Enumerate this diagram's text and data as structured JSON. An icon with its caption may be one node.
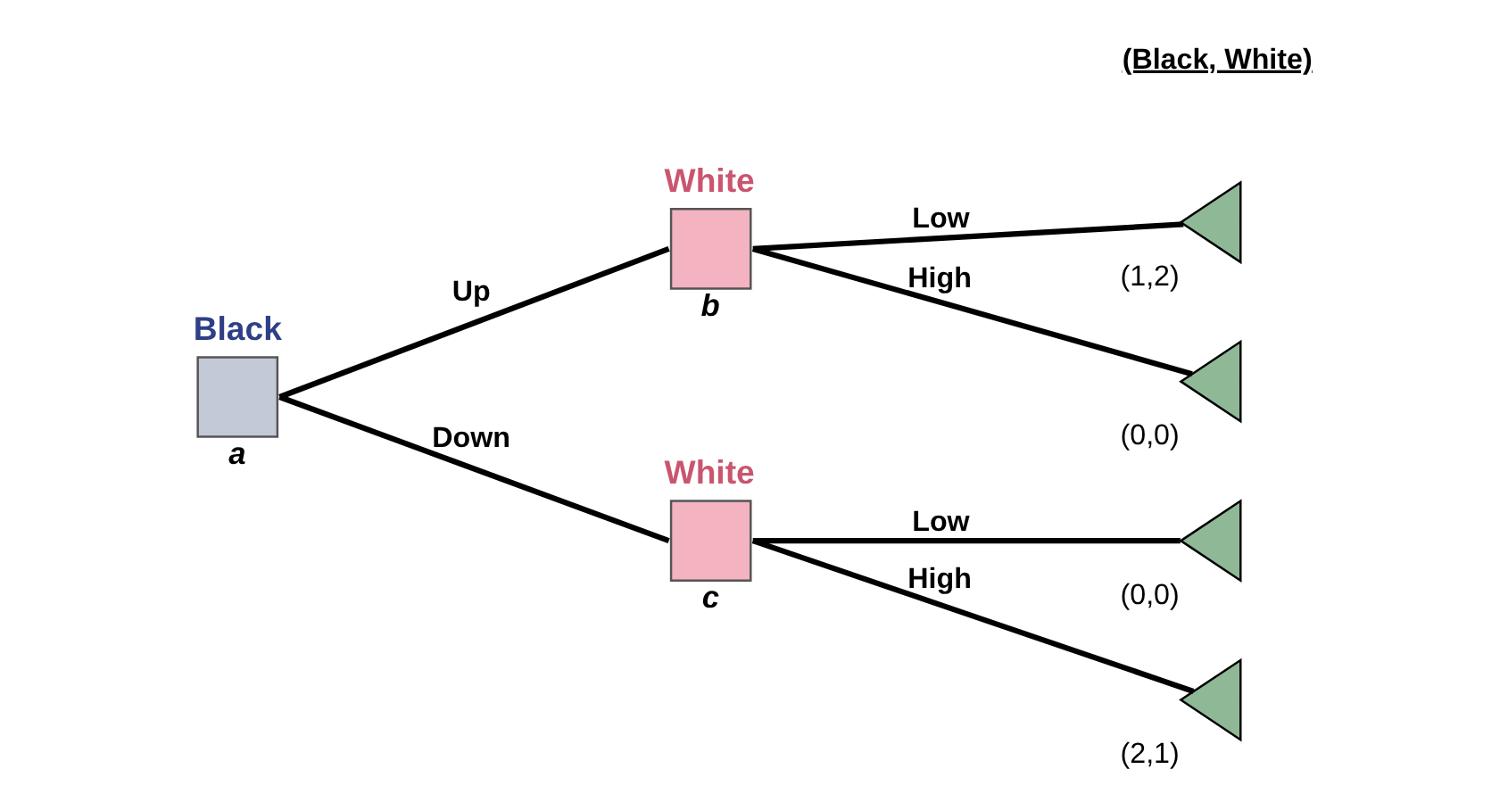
{
  "diagram": {
    "nodes": [
      {
        "text": [
          "Black"
        ],
        "beside": [
          "a"
        ]
      },
      {
        "text": [
          "White"
        ],
        "beside": [
          "b"
        ]
      },
      {
        "text": [
          "White"
        ],
        "beside": [
          "c"
        ]
      },
      {
        "text": [],
        "shape": "triangle",
        "beside": [
          "(0,0)"
        ]
      },
      {
        "text": [],
        "shape": "triangle",
        "beside": [
          "(1,2)"
        ]
      },
      {
        "text": [],
        "shape": "triangle",
        "beside": [
          "(2,1)"
        ]
      },
      {
        "text": [],
        "shape": "triangle",
        "beside": [
          "(0,0)"
        ]
      }
    ],
    "edges": [
      {
        "from": 0,
        "to": 1,
        "arrow": "none",
        "label": "Up"
      },
      {
        "from": 0,
        "to": 2,
        "arrow": "none",
        "label": "Down"
      },
      {
        "from": 1,
        "to": 3,
        "arrow": "none",
        "label": "High"
      },
      {
        "from": 1,
        "to": 4,
        "arrow": "none",
        "label": "Low"
      },
      {
        "from": 2,
        "to": 5,
        "arrow": "none",
        "label": "High"
      },
      {
        "from": 2,
        "to": 6,
        "arrow": "none",
        "label": "Low"
      }
    ],
    "labels": [
      "(Black, White)"
    ]
  }
}
